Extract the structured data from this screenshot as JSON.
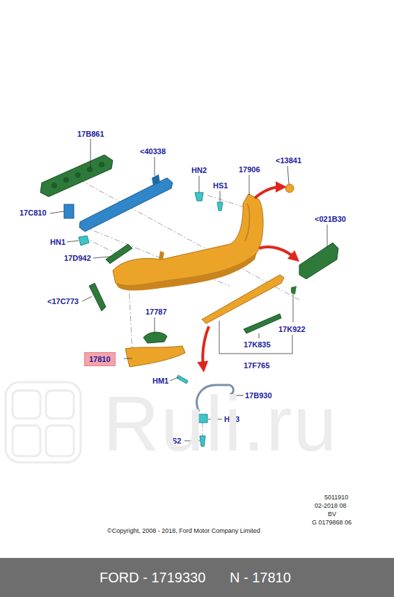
{
  "diagram": {
    "nodes": [
      {
        "text": [
          "17810"
        ]
      },
      {
        "text": [
          "FORD - 1719330",
          "N - 17810"
        ]
      }
    ],
    "labels": [
      "17B861",
      "<40338",
      "HN2",
      "17906",
      "<13841",
      "HS1",
      "17C810",
      "<021B30",
      "HN1",
      "17D942",
      "<17C773",
      "17787",
      "17K922",
      "17K835",
      "17F765",
      "HM1",
      "17B930",
      "HN3",
      "HS2",
      "Ruli.ru",
      "©Copyright, 2008 - 2018, Ford Motor Company Limited",
      "5011910",
      "02-2018 08",
      "BV",
      "G 0179868 06"
    ]
  }
}
